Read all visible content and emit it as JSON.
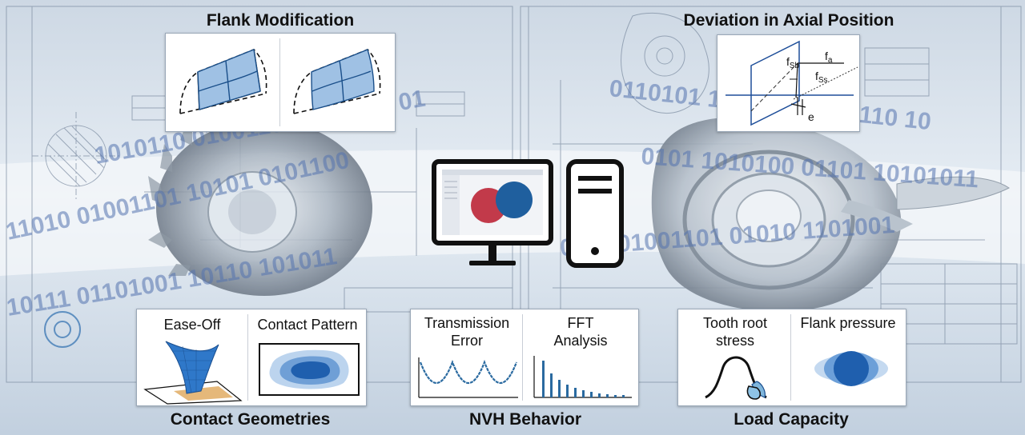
{
  "headings": {
    "flank_modification": "Flank Modification",
    "deviation_axial": "Deviation in Axial Position",
    "contact_geometries": "Contact Geometries",
    "nvh_behavior": "NVH Behavior",
    "load_capacity": "Load Capacity"
  },
  "panels": {
    "ease_off": "Ease-Off",
    "contact_pattern": "Contact Pattern",
    "transmission_error_1": "Transmission",
    "transmission_error_2": "Error",
    "fft_1": "FFT",
    "fft_2": "Analysis",
    "tooth_root_1": "Tooth root",
    "tooth_root_2": "stress",
    "flank_pressure": "Flank pressure"
  },
  "axial_labels": {
    "f_sb": "f",
    "f_sb_sub": "Sb",
    "f_a": "f",
    "f_a_sub": "a",
    "f_ss": "f",
    "f_ss_sub": "Ss",
    "e": "e"
  },
  "binary": [
    "1010110 01001101 0101110 01",
    "0110101 1010100 0110110 10",
    "11010 01001101 10101 0101100",
    "0101 1010100 01101 10101011",
    "10111 01101001 10110 101011",
    "0111 01001101 01010 1101001"
  ],
  "colors": {
    "background": "#c9d6e4",
    "blueprint_line": "#6e7f94",
    "gear_blue": "#1f5f9e",
    "gear_red": "#c23a4a",
    "chart_blue": "#2a6aa0"
  }
}
